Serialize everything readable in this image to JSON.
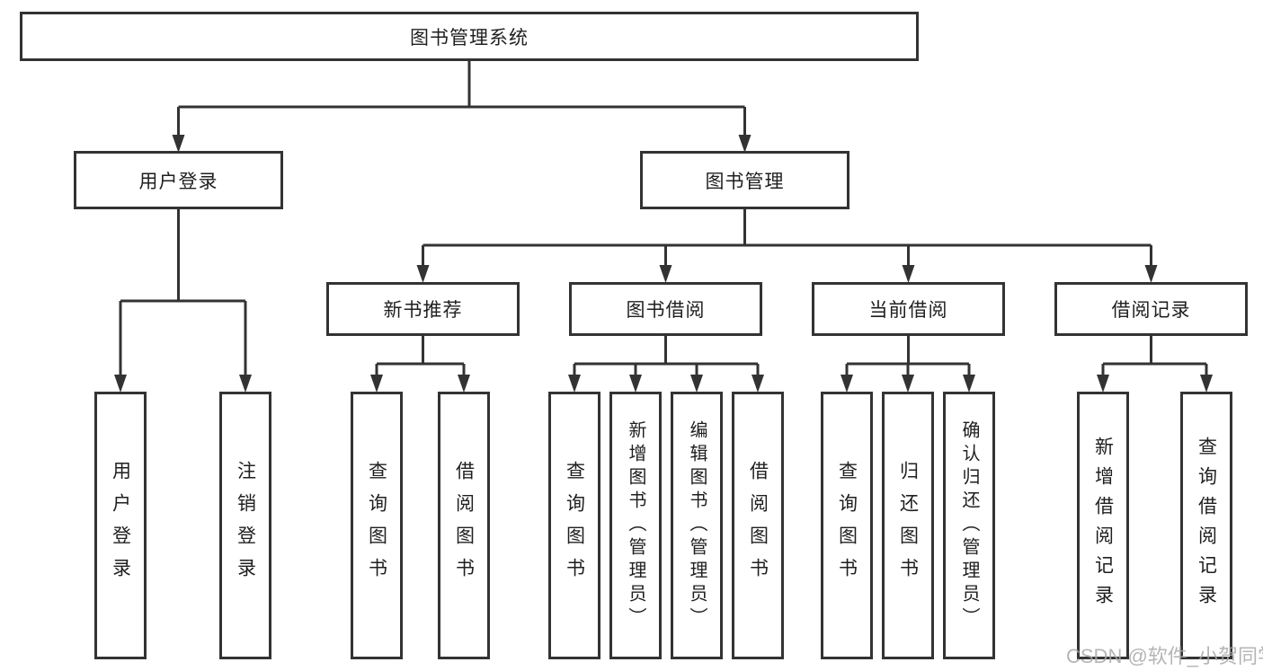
{
  "diagram": {
    "root": {
      "label": "图书管理系统"
    },
    "branches": [
      {
        "label": "用户登录",
        "children": [
          "用户登录",
          "注销登录"
        ]
      },
      {
        "label": "图书管理",
        "children": [
          {
            "label": "新书推荐",
            "children": [
              "查询图书",
              "借阅图书"
            ]
          },
          {
            "label": "图书借阅",
            "children": [
              "查询图书",
              "新增图书（管理员）",
              "编辑图书（管理员）",
              "借阅图书"
            ]
          },
          {
            "label": "当前借阅",
            "children": [
              "查询图书",
              "归还图书",
              "确认归还（管理员）"
            ]
          },
          {
            "label": "借阅记录",
            "children": [
              "新增借阅记录",
              "查询借阅记录"
            ]
          }
        ]
      }
    ]
  },
  "watermark": {
    "text": "CSDN @软件_小贺同学"
  },
  "colors": {
    "line": "#333333",
    "box_border": "#333333",
    "background": "#ffffff",
    "text": "#1f1f1f",
    "watermark": "#a8a8a8"
  }
}
